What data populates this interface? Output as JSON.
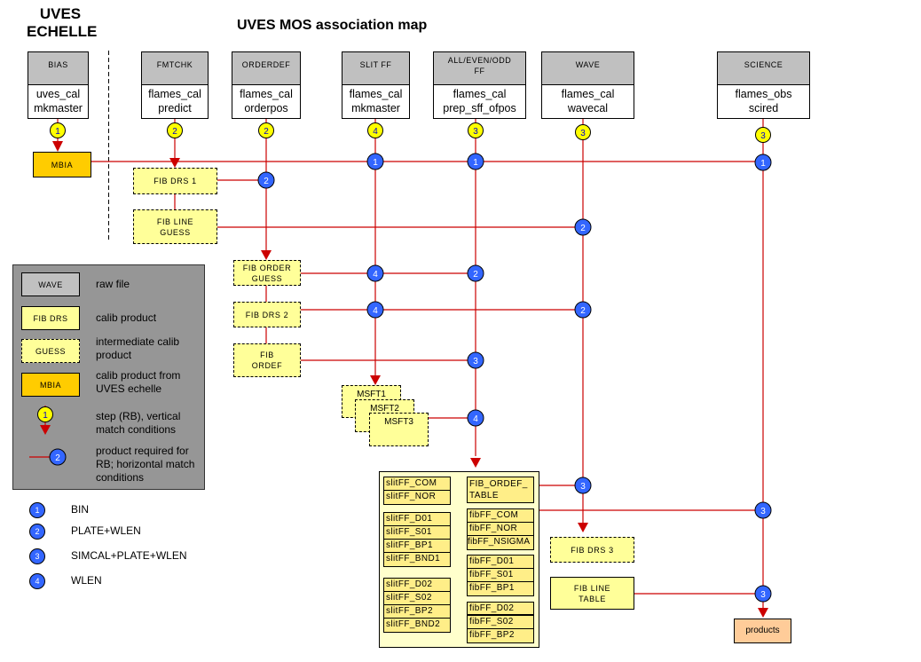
{
  "titles": {
    "echelle": "UVES ECHELLE",
    "main": "UVES MOS association map"
  },
  "raw_files": [
    {
      "name": "BIAS",
      "recipe_line1": "uves_cal",
      "recipe_line2": "mkmaster",
      "step": "1"
    },
    {
      "name": "FMTCHK",
      "recipe_line1": "flames_cal",
      "recipe_line2": "predict",
      "step": "2"
    },
    {
      "name": "ORDERDEF",
      "recipe_line1": "flames_cal",
      "recipe_line2": "orderpos",
      "step": "2"
    },
    {
      "name": "SLIT FF",
      "recipe_line1": "flames_cal",
      "recipe_line2": "mkmaster",
      "step": "4"
    },
    {
      "name": "ALL/EVEN/ODD FF",
      "recipe_line1": "flames_cal",
      "recipe_line2": "prep_sff_ofpos",
      "step": "3"
    },
    {
      "name": "WAVE",
      "recipe_line1": "flames_cal",
      "recipe_line2": "wavecal",
      "step": "3"
    },
    {
      "name": "SCIENCE",
      "recipe_line1": "flames_obs",
      "recipe_line2": "scired",
      "step": "3"
    }
  ],
  "products": {
    "mbia": "MBIA",
    "fib_drs_1": "FIB DRS 1",
    "fib_line_guess": "FIB LINE GUESS",
    "fib_order_guess": "FIB ORDER GUESS",
    "fib_drs_2": "FIB DRS 2",
    "fib_ordef": "FIB ORDEF",
    "msft1": "MSFT1",
    "msft2": "MSFT2",
    "msft3": "MSFT3",
    "fib_drs_3": "FIB DRS 3",
    "fib_line_table": "FIB LINE TABLE",
    "products": "products"
  },
  "ff_products": {
    "slit_groups": [
      [
        "slitFF_COM",
        "slitFF_NOR"
      ],
      [
        "slitFF_D01",
        "slitFF_S01",
        "slitFF_BP1",
        "slitFF_BND1"
      ],
      [
        "slitFF_D02",
        "slitFF_S02",
        "slitFF_BP2",
        "slitFF_BND2"
      ]
    ],
    "fib_ordef_table": "FIB_ORDEF_ TABLE",
    "fib_groups": [
      [
        "fibFF_COM",
        "fibFF_NOR",
        "fibFF_NSIGMA"
      ],
      [
        "fibFF_D01",
        "fibFF_S01",
        "fibFF_BP1"
      ],
      [
        "fibFF_D02",
        "fibFF_S02",
        "fibFF_BP2"
      ]
    ]
  },
  "match_circles": {
    "mbia_row": [
      "1",
      "1",
      "1"
    ],
    "fib_drs_1_row": [
      "2"
    ],
    "fib_line_guess_row": [
      "2"
    ],
    "fib_order_guess_row": [
      "4",
      "2"
    ],
    "fib_drs_2_row": [
      "4",
      "2"
    ],
    "fib_ordef_row": [
      "3"
    ],
    "msft_row": [
      "4"
    ],
    "fib_ordef_table_row": [
      "3"
    ],
    "fibff_row": [
      "3"
    ],
    "fib_line_table_row": [
      "3"
    ]
  },
  "legend": {
    "items": [
      {
        "sample": "WAVE",
        "text": "raw file"
      },
      {
        "sample": "FIB DRS",
        "text": "calib product"
      },
      {
        "sample": "GUESS",
        "text": "intermediate calib product"
      },
      {
        "sample": "MBIA",
        "text": "calib product from UVES echelle"
      },
      {
        "sample": "1",
        "text": "step (RB), vertical match conditions"
      },
      {
        "sample": "2",
        "text": "product required for RB; horizontal match conditions"
      }
    ]
  },
  "match_keys": [
    {
      "num": "1",
      "label": "BIN"
    },
    {
      "num": "2",
      "label": "PLATE+WLEN"
    },
    {
      "num": "3",
      "label": "SIMCAL+PLATE+WLEN"
    },
    {
      "num": "4",
      "label": "WLEN"
    }
  ],
  "colors": {
    "line": "#cc0000",
    "raw_header": "#c0c0c0",
    "calib_product": "#ffff99",
    "echelle_product": "#ffcc00",
    "final_products": "#ffcc99",
    "step_circle": "#ffff00",
    "match_circle": "#3366ff",
    "legend_bg": "#969696"
  }
}
